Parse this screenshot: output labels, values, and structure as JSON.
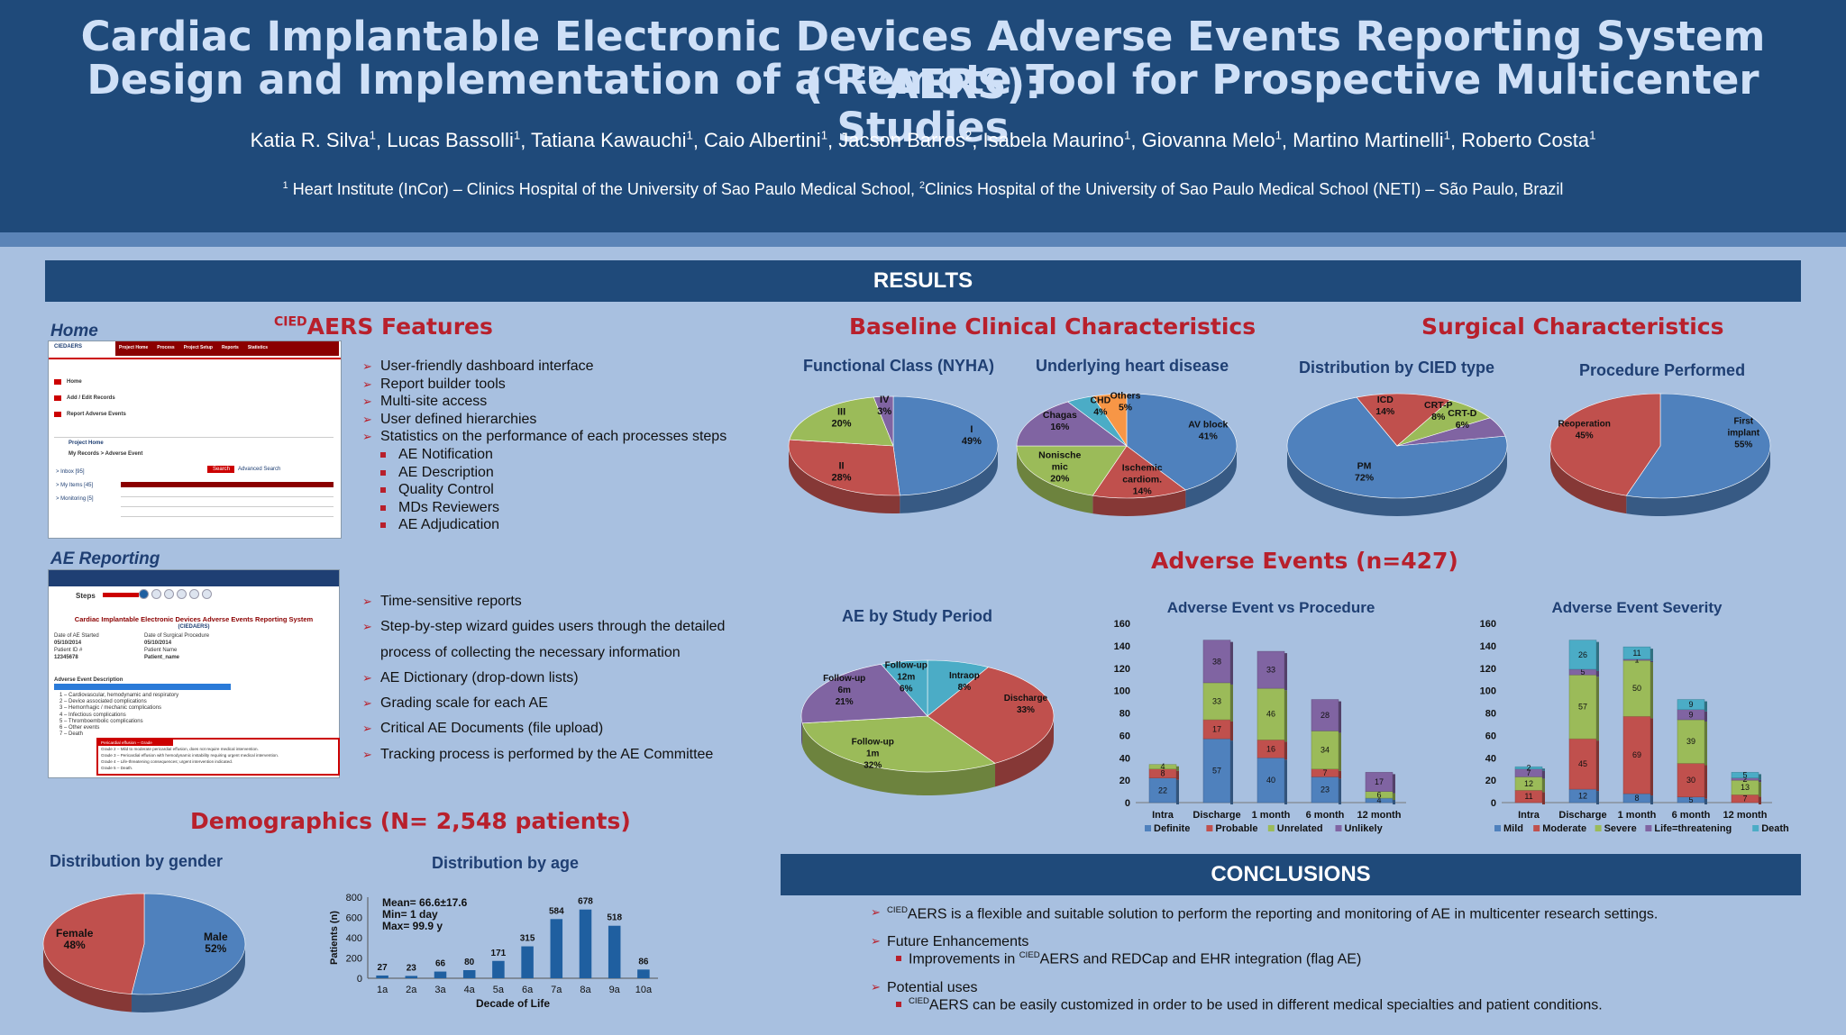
{
  "header": {
    "title_line1": "Cardiac Implantable Electronic Devices Adverse Events Reporting System (",
    "title_sup": "CIED",
    "title_line1_end": "AERS):",
    "title_line2": "Design and Implementation of a Remote Tool for Prospective Multicenter Studies",
    "authors": [
      {
        "name": "Katia R. Silva",
        "aff": "1"
      },
      {
        "name": "Lucas Bassolli",
        "aff": "1"
      },
      {
        "name": "Tatiana Kawauchi",
        "aff": "1"
      },
      {
        "name": "Caio Albertini",
        "aff": "1"
      },
      {
        "name": "Jacson Barros",
        "aff": "2"
      },
      {
        "name": "Isabela Maurino",
        "aff": "1"
      },
      {
        "name": "Giovanna Melo",
        "aff": "1"
      },
      {
        "name": "Martino Martinelli",
        "aff": "1"
      },
      {
        "name": "Roberto Costa",
        "aff": "1"
      }
    ],
    "affil_1_sup": "1",
    "affil_1": " Heart Institute (InCor) – Clinics Hospital of the University of Sao Paulo Medical School, ",
    "affil_2_sup": "2",
    "affil_2": "Clinics Hospital of the University of Sao Paulo Medical School (NETI) – São Paulo, Brazil"
  },
  "results_bar": "RESULTS",
  "features": {
    "home_label": "Home",
    "title_sup": "CIED",
    "title": "AERS Features",
    "items": [
      "User-friendly dashboard interface",
      "Report builder tools",
      "Multi-site access",
      "User defined hierarchies",
      "Statistics on the performance of each processes steps"
    ],
    "subitems": [
      "AE Notification",
      "AE Description",
      "Quality Control",
      "MDs Reviewers",
      "AE Adjudication"
    ],
    "ae_label": "AE Reporting",
    "items2": [
      "Time-sensitive reports",
      "Step-by-step wizard guides users through the detailed",
      "process of collecting the necessary information",
      "AE Dictionary (drop-down lists)",
      "Grading scale for each AE",
      "Critical AE Documents (file upload)",
      "Tracking process is performed by the AE Committee"
    ]
  },
  "screenshot_home": {
    "logo": "CIEDAERS",
    "nav": [
      "Project Home",
      "Process",
      "Project Setup",
      "Reports",
      "Statistics"
    ],
    "menu": [
      "Home",
      "Add / Edit Records",
      "Report Adverse Events"
    ],
    "project_home": "Project Home",
    "breadcrumb": "My Records > Adverse Event",
    "side": [
      "Inbox [95]",
      "My Items [45]",
      "Monitoring [5]"
    ],
    "search_btn": "Search",
    "adv_search": "Advanced Search"
  },
  "screenshot_ae": {
    "steps_label": "Steps",
    "title": "Cardiac Implantable Electronic Devices Adverse Events Reporting System",
    "subtitle": "(CIEDAERS)",
    "fields": [
      "Date of AE Started",
      "Date of Surgical Procedure",
      "05/10/2014",
      "05/10/2014",
      "Patient ID #",
      "Patient Name",
      "12345678",
      "Patient_name"
    ],
    "desc_label": "Adverse Event Description",
    "list": [
      "1 – Cardiovascular, hemodynamic and respiratory",
      "2 – Device associated complications",
      "3 – Hemorrhagic / mechanic complications",
      "4 – Infectious complications",
      "5 – Thromboembolic complications",
      "6 – Other events",
      "7 – Death"
    ],
    "grades": [
      "Pericardial effusion – Grade",
      "Grade 2 – Mild to moderate pericardial effusion, does not require medical intervention.",
      "Grade 3 – Pericardial effusion with hemodynamic instability requiring urgent medical intervention.",
      "Grade 4 – Life-threatening consequences; urgent intervention indicated.",
      "Grade 5 – Death."
    ]
  },
  "baseline": {
    "title": "Baseline Clinical Characteristics"
  },
  "surgical": {
    "title": "Surgical Characteristics"
  },
  "adverse": {
    "title": "Adverse Events (n=427)"
  },
  "demographics": {
    "title": "Demographics (N= 2,548 patients)"
  },
  "conclusions": {
    "bar": "CONCLUSIONS",
    "sup": "CIED",
    "c1": "AERS is a flexible and suitable solution to perform the reporting and monitoring of AE in multicenter research settings.",
    "c2": "Future Enhancements",
    "c2_sub_pre": "Improvements in ",
    "c2_sub": "AERS and REDCap and EHR integration (flag AE)",
    "c3": "Potential uses",
    "c3_sub": "AERS can be easily customized in order to be used in different medical specialties and patient conditions."
  },
  "chart_data": [
    {
      "id": "nyha",
      "type": "pie",
      "title": "Functional Class (NYHA)",
      "labels": [
        "I",
        "II",
        "III",
        "IV"
      ],
      "values": [
        49,
        28,
        20,
        3
      ],
      "label_texts": [
        "I\n49%",
        "II\n28%",
        "III\n20%",
        "IV\n3%"
      ],
      "colors": [
        "#4f81bd",
        "#c0504d",
        "#9bbb59",
        "#8064a2"
      ]
    },
    {
      "id": "heart",
      "type": "pie",
      "title": "Underlying heart disease",
      "labels": [
        "AV block",
        "Ischemic cardiom.",
        "Nonischemic",
        "Chagas",
        "CHD",
        "Others"
      ],
      "values": [
        41,
        14,
        20,
        16,
        4,
        5
      ],
      "label_texts": [
        "AV block\n41%",
        "Ischemic\ncardiom.\n14%",
        "Nonische\nmic\n20%",
        "Chagas\n16%",
        "CHD\n4%",
        "Others\n5%"
      ],
      "colors": [
        "#4f81bd",
        "#c0504d",
        "#9bbb59",
        "#8064a2",
        "#4bacc6",
        "#f79646"
      ]
    },
    {
      "id": "cied",
      "type": "pie",
      "title": "Distribution by CIED type",
      "labels": [
        "PM",
        "ICD",
        "CRT-P",
        "CRT-D"
      ],
      "values": [
        72,
        14,
        8,
        6
      ],
      "label_texts": [
        "PM\n72%",
        "ICD\n14%",
        "CRT-P\n8%",
        "CRT-D\n6%"
      ],
      "colors": [
        "#4f81bd",
        "#c0504d",
        "#9bbb59",
        "#8064a2"
      ]
    },
    {
      "id": "proc",
      "type": "pie",
      "title": "Procedure Performed",
      "labels": [
        "First implant",
        "Reoperation"
      ],
      "values": [
        55,
        45
      ],
      "label_texts": [
        "First\nimplant\n55%",
        "Reoperation\n45%"
      ],
      "colors": [
        "#4f81bd",
        "#c0504d"
      ]
    },
    {
      "id": "period",
      "type": "pie",
      "title": "AE by Study Period",
      "labels": [
        "Intraop",
        "Discharge",
        "Follow-up 1m",
        "Follow-up 6m",
        "Follow-up 12m"
      ],
      "values": [
        8,
        33,
        32,
        21,
        6
      ],
      "label_texts": [
        "Intraop\n8%",
        "Discharge\n33%",
        "Follow-up\n1m\n32%",
        "Follow-up\n6m\n21%",
        "Follow-up\n12m\n6%"
      ],
      "colors": [
        "#4bacc6",
        "#c0504d",
        "#9bbb59",
        "#8064a2",
        "#4bacc6"
      ]
    },
    {
      "id": "vsproc",
      "type": "bar",
      "stacked": true,
      "title": "Adverse Event vs Procedure",
      "categories": [
        "Intra",
        "Discharge",
        "1 month",
        "6 month",
        "12 month"
      ],
      "ylim": [
        0,
        160
      ],
      "yticks": [
        0,
        20,
        40,
        60,
        80,
        100,
        120,
        140,
        160
      ],
      "series": [
        {
          "name": "Definite",
          "color": "#4f81bd",
          "values": [
            22,
            57,
            40,
            23,
            4
          ]
        },
        {
          "name": "Probable",
          "color": "#c0504d",
          "values": [
            8,
            17,
            16,
            7,
            0
          ]
        },
        {
          "name": "Unrelated",
          "color": "#9bbb59",
          "values": [
            4,
            33,
            46,
            34,
            6
          ]
        },
        {
          "name": "Unlikely",
          "color": "#8064a2",
          "values": [
            0,
            38,
            33,
            28,
            17
          ]
        }
      ]
    },
    {
      "id": "severity",
      "type": "bar",
      "stacked": true,
      "title": "Adverse Event Severity",
      "categories": [
        "Intra",
        "Discharge",
        "1 month",
        "6 month",
        "12 month"
      ],
      "ylim": [
        0,
        160
      ],
      "yticks": [
        0,
        20,
        40,
        60,
        80,
        100,
        120,
        140,
        160
      ],
      "series": [
        {
          "name": "Mild",
          "color": "#4f81bd",
          "values": [
            0,
            12,
            8,
            5,
            0
          ]
        },
        {
          "name": "Moderate",
          "color": "#c0504d",
          "values": [
            11,
            45,
            69,
            30,
            7
          ]
        },
        {
          "name": "Severe",
          "color": "#9bbb59",
          "values": [
            12,
            57,
            50,
            39,
            13
          ]
        },
        {
          "name": "Life=threatening",
          "color": "#8064a2",
          "values": [
            7,
            5,
            1,
            9,
            2
          ]
        },
        {
          "name": "Death",
          "color": "#4bacc6",
          "values": [
            2,
            26,
            11,
            9,
            5
          ]
        }
      ],
      "labels": [
        [
          "",
          "12",
          "8",
          "5",
          ""
        ],
        [
          "11",
          "45",
          "69",
          "30",
          "7"
        ],
        [
          "12",
          "57",
          "50",
          "39",
          "13"
        ],
        [
          "7",
          "5",
          "1",
          "9",
          "2"
        ],
        [
          "2",
          "26",
          "11",
          "9",
          "5"
        ]
      ]
    },
    {
      "id": "gender",
      "type": "pie",
      "title": "Distribution by gender",
      "labels": [
        "Male",
        "Female"
      ],
      "values": [
        52,
        48
      ],
      "label_texts": [
        "Male\n52%",
        "Female\n48%"
      ],
      "colors": [
        "#4f81bd",
        "#c0504d"
      ]
    },
    {
      "id": "age",
      "type": "bar",
      "title": "Distribution by age",
      "xlabel": "Decade of Life",
      "ylabel": "Patients (n)",
      "categories": [
        "1a",
        "2a",
        "3a",
        "4a",
        "5a",
        "6a",
        "7a",
        "8a",
        "9a",
        "10a"
      ],
      "values": [
        27,
        23,
        66,
        80,
        171,
        315,
        584,
        678,
        518,
        86
      ],
      "ylim": [
        0,
        800
      ],
      "yticks": [
        0,
        200,
        400,
        600,
        800
      ],
      "stats": [
        "Mean= 66.6±17.6",
        "Min= 1 day",
        "Max= 99.9 y"
      ],
      "color": "#1f5fa0"
    }
  ]
}
